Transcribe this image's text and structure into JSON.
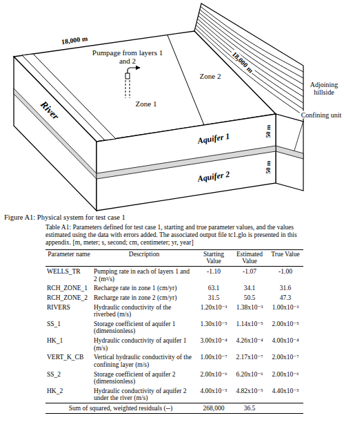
{
  "diagram": {
    "caption": "Figure A1: Physical system for test case 1",
    "labels": [
      "18,000 m",
      "18,000 m",
      "Pumpage from layers 1 and 2",
      "Zone 1",
      "Zone 2",
      "River",
      "Adjoining hillside",
      "Confining unit",
      "50 m",
      "50 m",
      "Aquifer 1",
      "Aquifer 2",
      "Table A1: Parameters defined for test case 1, starting and true parameter values, and the values estimated using the data with errors added. The associated output file tc1.glo is presented in this appendix. [m, meter; s, second; cm, centimeter; yr, year]",
      "Parameter name",
      "Description",
      "Starting Value",
      "Estimated Value",
      "True Value",
      "WELLS_TR",
      "Pumping rate in each of layers 1 and 2 (m³/s)",
      "-1.10",
      "-1.07",
      "-1.00",
      "RCH_ZONE_1",
      "Recharge rate in zone 1 (cm/yr)",
      "63.1",
      "34.1",
      "31.6",
      "RCH_ZONE_2",
      "Recharge rate in zone 2 (cm/yr)",
      "31.5",
      "50.5",
      "47.3",
      "RIVERS",
      "Hydraulic conductivity of the riverbed (m/s)",
      "1.20x10⁻³",
      "1.38x10⁻³",
      "1.00x10⁻³",
      "SS_1",
      "Storage coefficient of aquifer 1 (dimensionless)",
      "1.30x10⁻⁵",
      "1.14x10⁻⁵",
      "2.00x10⁻⁵",
      "HK_1",
      "Hydraulic conductivity of aquifer 1 (m/s)",
      "3.00x10⁻⁴",
      "4.26x10⁻⁴",
      "4.00x10⁻⁴",
      "VERT_K_CB",
      "Vertical hydraulic conductivity of the confining layer (m/s)",
      "1.00x10⁻⁷",
      "2.17x10⁻⁷",
      "2.00x10⁻⁷",
      "SS_2",
      "Storage coefficient of aquifer 2 (dimensionless)",
      "2.00x10⁻⁶",
      "6.20x10⁻⁶",
      "2.00x10⁻⁶",
      "HK_2",
      "Hydraulic conductivity of aquifer 2 under the river (m/s)",
      "4.00x10⁻⁵",
      "4.82x10⁻⁵",
      "4.40x10⁻⁵",
      "Sum of squared, weighted residuals (--)",
      "268,000",
      "36.5"
    ]
  }
}
